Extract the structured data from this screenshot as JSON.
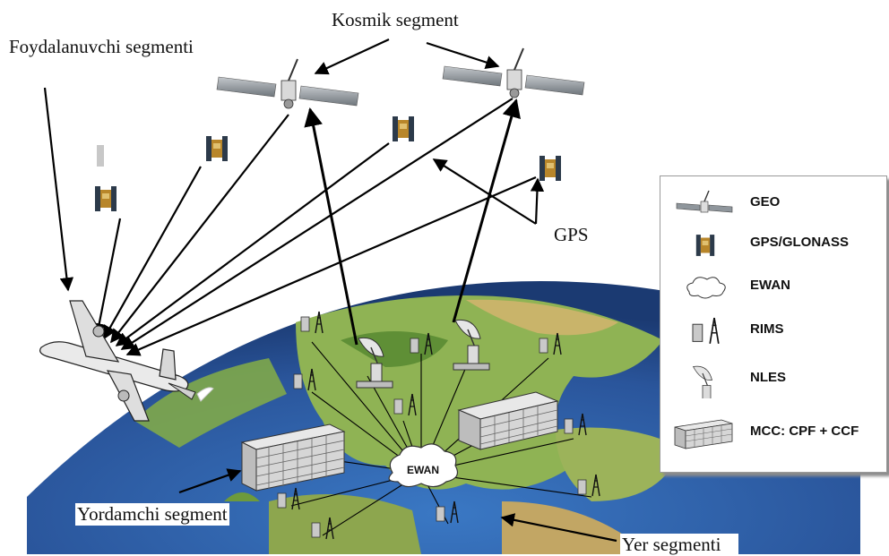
{
  "labels": {
    "kosmik": "Kosmik segment",
    "foydalanuvchi": "Foydalanuvchi segmenti",
    "gps": "GPS",
    "yordamchi": "Yordamchi segment",
    "yer": "Yer segmenti",
    "ewan": "EWAN"
  },
  "legend": {
    "geo": "GEO",
    "gps_glonass": "GPS/GLONASS",
    "ewan": "EWAN",
    "rims": "RIMS",
    "nles": "NLES",
    "mcc": "MCC: CPF + CCF"
  },
  "colors": {
    "ocean": "#2f5fa8",
    "land": "#7fa84a",
    "land_dark": "#3f6f2a",
    "panel": "#8f969c",
    "arrow": "#000000"
  }
}
